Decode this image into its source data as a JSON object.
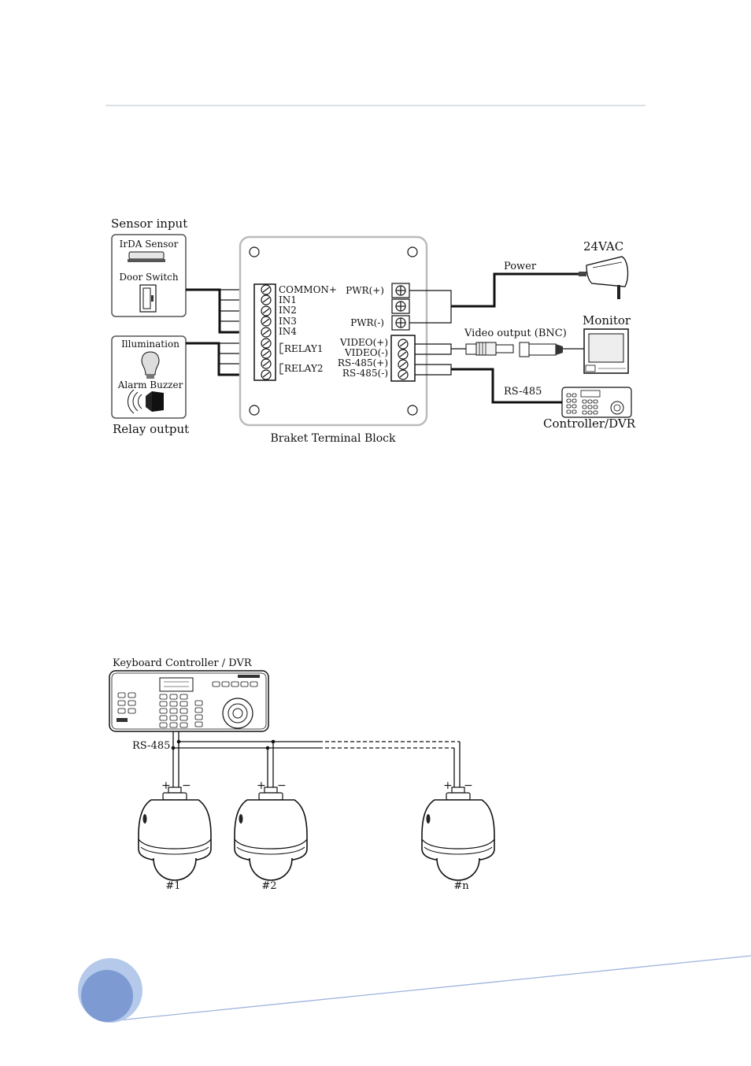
{
  "colors": {
    "rule": "#b9c1cc",
    "line": "#111111",
    "panel_stroke": "#555555",
    "box_stroke": "#bbbbbb",
    "page_circle_outer": "#b5c9ea",
    "page_circle_inner": "#7d9bd2",
    "footer_line": "#9db3dd"
  },
  "wiring": {
    "sensor_input": {
      "title": "Sensor input",
      "items": [
        "IrDA Sensor",
        "Door Switch"
      ]
    },
    "relay_output": {
      "title": "Relay output",
      "items": [
        "Illumination",
        "Alarm Buzzer"
      ]
    },
    "terminal_block": {
      "caption": "Braket Terminal Block",
      "left_pins": [
        "COMMON+",
        "IN1",
        "IN2",
        "IN3",
        "IN4",
        "RELAY1",
        "RELAY2"
      ],
      "right_pins": [
        "PWR(+)",
        "PWR(-)",
        "VIDEO(+)",
        "VIDEO(-)",
        "RS-485(+)",
        "RS-485(-)"
      ]
    },
    "connections": {
      "power_label": "Power",
      "power_device": "24VAC",
      "video_label": "Video output (BNC)",
      "video_device": "Monitor",
      "rs485_label": "RS-485",
      "rs485_device": "Controller/DVR"
    }
  },
  "network": {
    "controller_label": "Keyboard Controller / DVR",
    "bus_label": "RS-485",
    "plus": "+",
    "minus": "−",
    "cameras": [
      "#1",
      "#2",
      "#n"
    ]
  }
}
